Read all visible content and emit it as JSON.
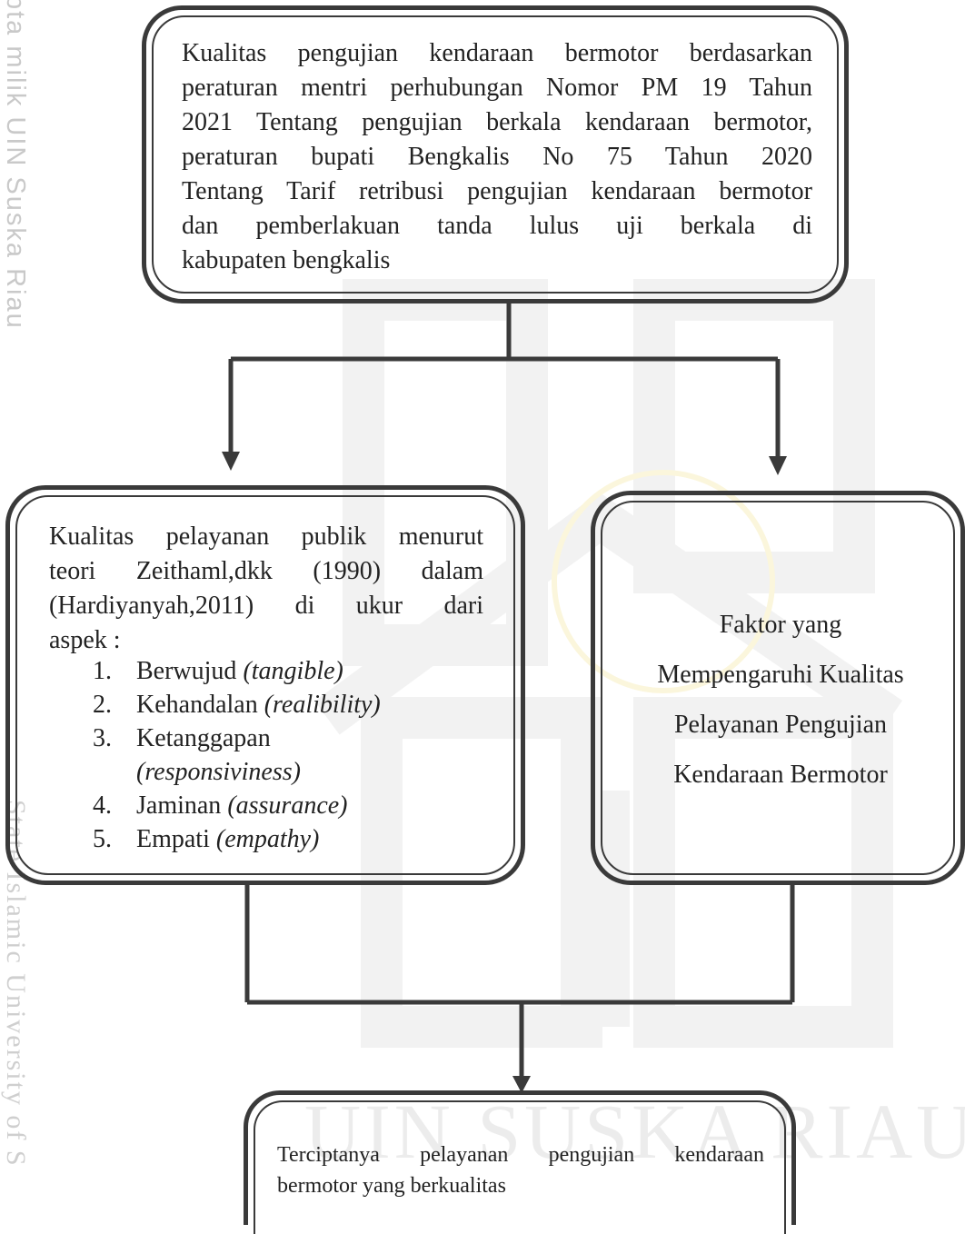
{
  "watermark": {
    "side_top": "pta milik UIN Suska Riau",
    "side_bottom": "State Islamic University of S",
    "bottom": "UIN SUSKA RIAU"
  },
  "top_box": {
    "lines": [
      "Kualitas pengujian kendaraan bermotor berdasarkan",
      "peraturan mentri perhubungan Nomor PM 19 Tahun",
      "2021 Tentang  pengujian berkala kendaraan bermotor,",
      "peraturan bupati Bengkalis No 75 Tahun 2020",
      "Tentang Tarif retribusi pengujian kendaraan bermotor",
      "dan pemberlakuan tanda lulus uji berkala di",
      "kabupaten bengkalis"
    ]
  },
  "left_box": {
    "intro_lines": [
      "Kualitas pelayanan publik menurut",
      "teori Zeithaml,dkk (1990) dalam",
      "(Hardiyanyah,2011) di ukur dari",
      "aspek :"
    ],
    "items": [
      {
        "num": "1.",
        "text": "Berwujud ",
        "italic": "(tangible)",
        "italic2": ""
      },
      {
        "num": "2.",
        "text": "Kehandalan ",
        "italic": "(realibility)",
        "italic2": ""
      },
      {
        "num": "3.",
        "text": "Ketanggapan",
        "italic": "",
        "italic2": "(responsiviness)"
      },
      {
        "num": "4.",
        "text": "Jaminan ",
        "italic": "(assurance)",
        "italic2": ""
      },
      {
        "num": "5.",
        "text": "Empati ",
        "italic": "(empathy)",
        "italic2": ""
      }
    ]
  },
  "right_box": {
    "lines": [
      "Faktor yang",
      "Mempengaruhi Kualitas",
      "Pelayanan Pengujian",
      "Kendaraan Bermotor"
    ]
  },
  "bottom_box": {
    "lines": [
      "Terciptanya pelayanan pengujian kendaraan",
      "bermotor yang berkualitas"
    ]
  }
}
